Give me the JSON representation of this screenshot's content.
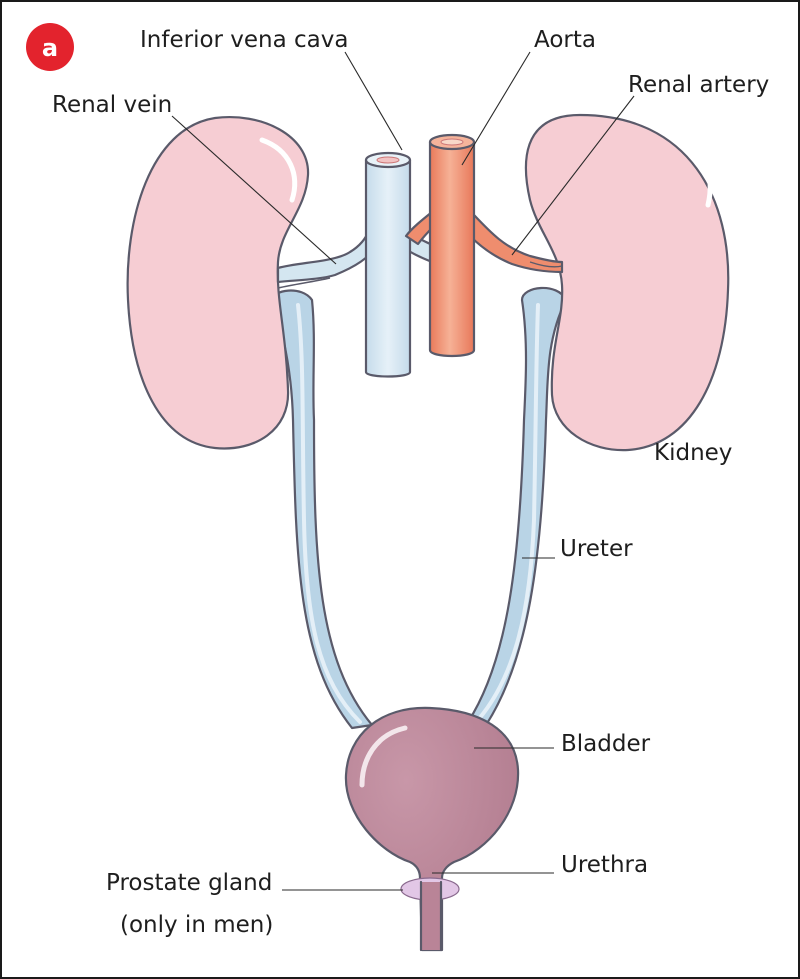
{
  "badge": "a",
  "labels": {
    "inferior_vena_cava": "Inferior vena cava",
    "aorta": "Aorta",
    "renal_artery": "Renal artery",
    "renal_vein": "Renal vein",
    "kidney": "Kidney",
    "ureter": "Ureter",
    "bladder": "Bladder",
    "urethra": "Urethra",
    "prostate_line1": "Prostate gland",
    "prostate_line2": "(only in men)"
  },
  "colors": {
    "badge": "#e3232d",
    "kidney": "#f6cdd3",
    "vein": "#d4e6f0",
    "ureter": "#b9d4e6",
    "artery": "#ef8d6e",
    "bladder": "#b98497",
    "prostate": "#e2c7e6",
    "frame": "#1a1a1a"
  },
  "icons": {
    "badge": "circle-badge"
  }
}
